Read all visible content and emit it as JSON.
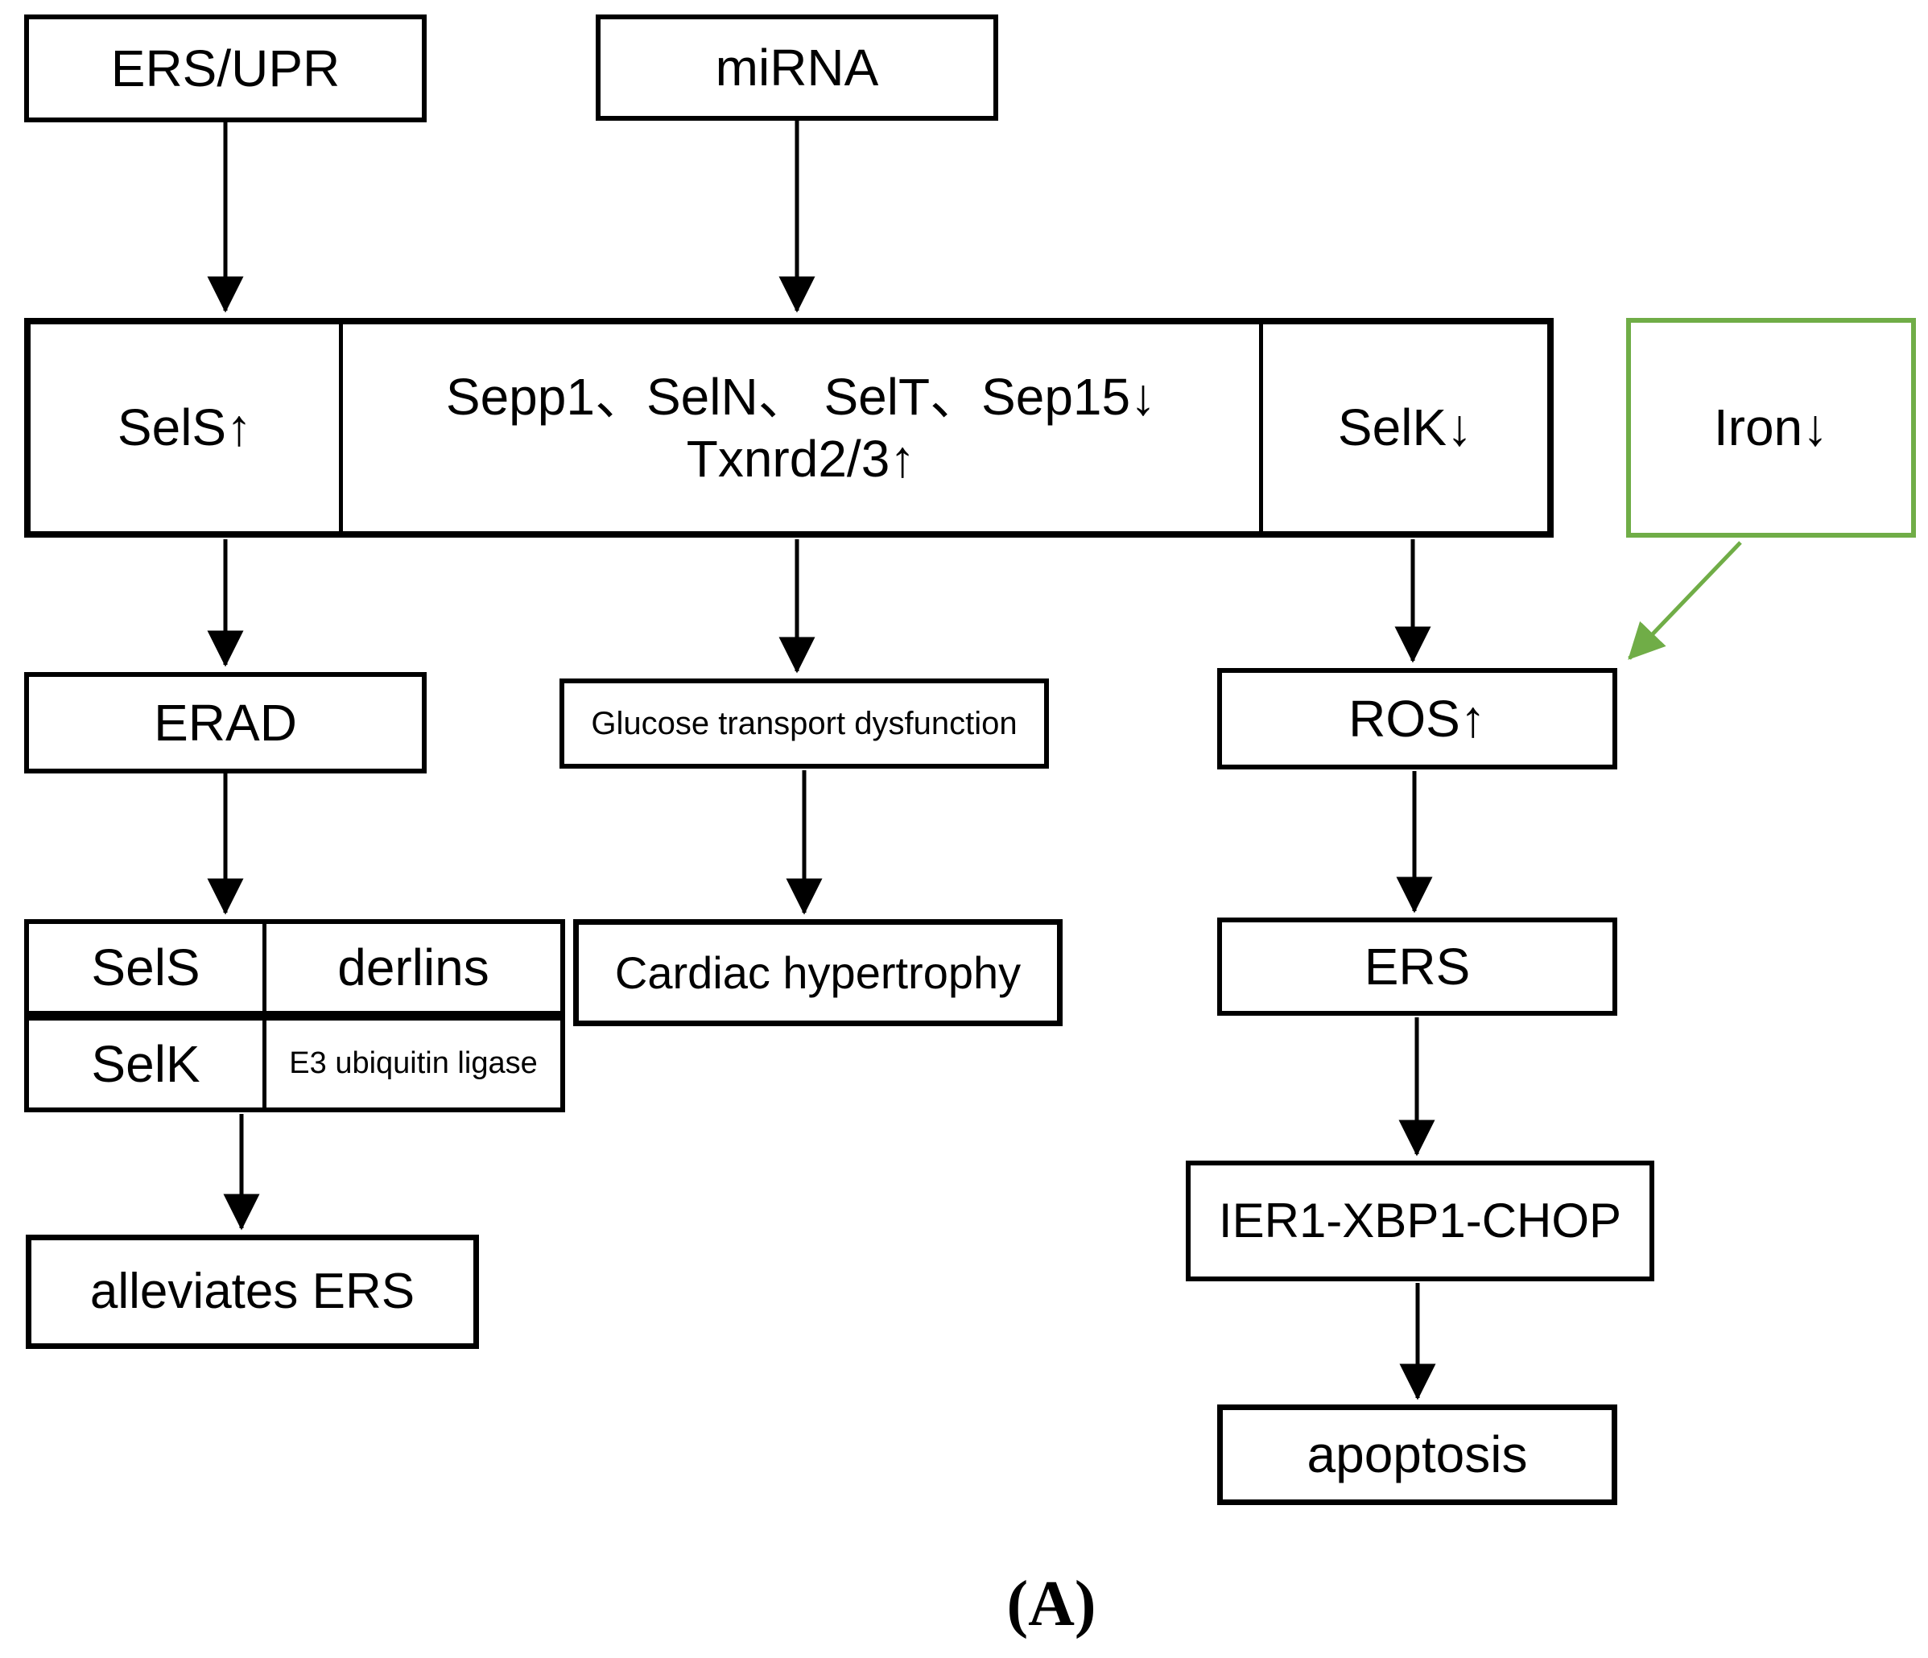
{
  "figure_label": "(A)",
  "colors": {
    "black": "#000000",
    "accent_green": "#70AD47",
    "background": "#FFFFFF"
  },
  "nodes": {
    "ers_upr": "ERS/UPR",
    "mirna": "miRNA",
    "sels_up": "SelS↑",
    "selenoproteins_line1": "Sepp1、SelN、 SelT、Sep15↓",
    "selenoproteins_line2": "Txnrd2/3↑",
    "selk_down": "SelK↓",
    "iron_down": "Iron↓",
    "erad": "ERAD",
    "glucose_transport": "Glucose transport dysfunction",
    "ros_up": "ROS↑",
    "erad_complex_table": {
      "row1": [
        "SelS",
        "derlins"
      ],
      "row2": [
        "SelK",
        "E3 ubiquitin ligase"
      ]
    },
    "cardiac_hypertrophy": "Cardiac hypertrophy",
    "ers": "ERS",
    "alleviates_ers": "alleviates ERS",
    "ier1_xbp1_chop": "IER1-XBP1-CHOP",
    "apoptosis": "apoptosis"
  },
  "edges": [
    {
      "from": "ers_upr",
      "to": "sels_up",
      "color": "black"
    },
    {
      "from": "mirna",
      "to": "selenoproteins",
      "color": "black"
    },
    {
      "from": "sels_up",
      "to": "erad",
      "color": "black"
    },
    {
      "from": "selenoproteins",
      "to": "glucose_transport",
      "color": "black"
    },
    {
      "from": "selk_down",
      "to": "ros_up",
      "color": "black"
    },
    {
      "from": "iron_down",
      "to": "ros_up",
      "color": "green"
    },
    {
      "from": "erad",
      "to": "erad_complex_table",
      "color": "black"
    },
    {
      "from": "glucose_transport",
      "to": "cardiac_hypertrophy",
      "color": "black"
    },
    {
      "from": "ros_up",
      "to": "ers",
      "color": "black"
    },
    {
      "from": "erad_complex_table",
      "to": "alleviates_ers",
      "color": "black"
    },
    {
      "from": "ers",
      "to": "ier1_xbp1_chop",
      "color": "black"
    },
    {
      "from": "ier1_xbp1_chop",
      "to": "apoptosis",
      "color": "black"
    }
  ]
}
